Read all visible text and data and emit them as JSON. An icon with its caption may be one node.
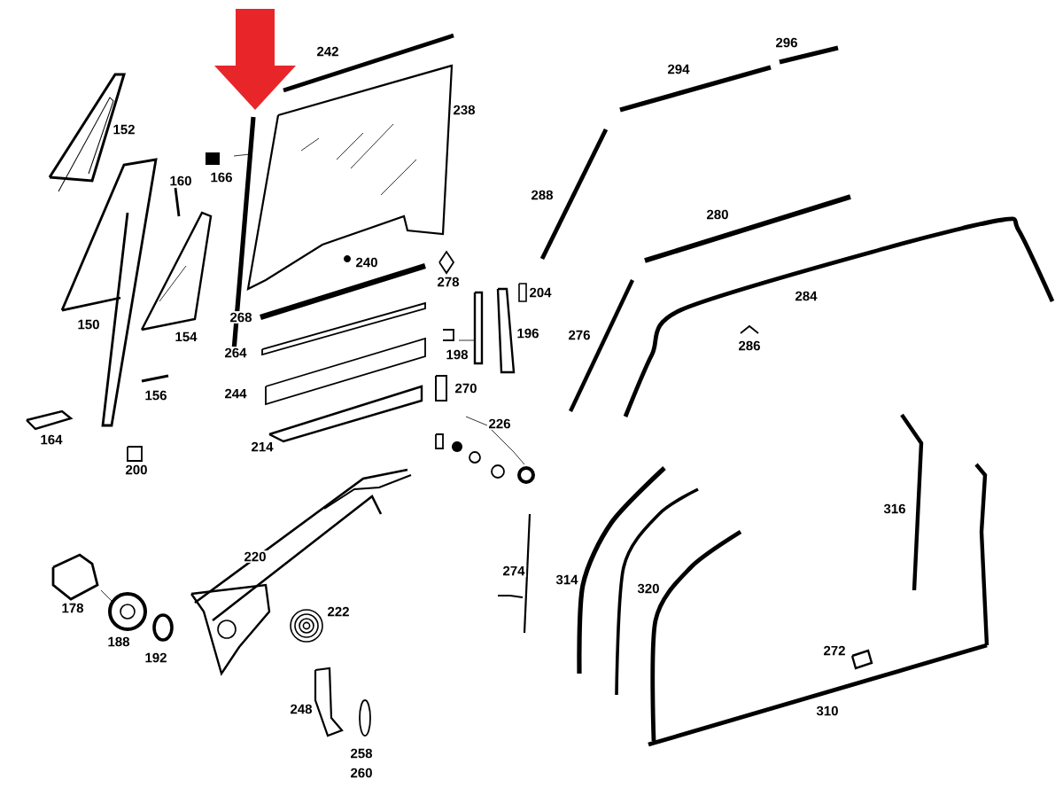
{
  "diagram": {
    "labels": [
      "242",
      "296",
      "238",
      "294",
      "152",
      "166",
      "160",
      "288",
      "280",
      "240",
      "278",
      "204",
      "150",
      "284",
      "196",
      "276",
      "154",
      "268",
      "286",
      "198",
      "264",
      "156",
      "244",
      "270",
      "226",
      "164",
      "214",
      "200",
      "316",
      "220",
      "274",
      "314",
      "320",
      "178",
      "222",
      "188",
      "192",
      "272",
      "248",
      "310",
      "258",
      "260"
    ]
  }
}
